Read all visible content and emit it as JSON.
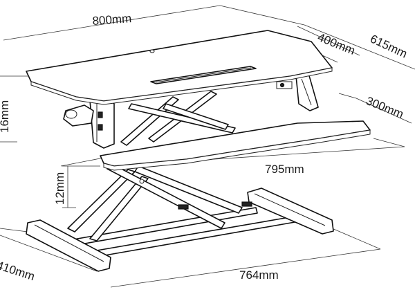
{
  "dimensions": {
    "width_top": "800mm",
    "depth_top": "400mm",
    "depth_total": "615mm",
    "depth_keyboard": "300mm",
    "width_keyboard": "795mm",
    "height_left": "16mm",
    "height_min": "12mm",
    "depth_base": "410mm",
    "width_base": "764mm"
  }
}
